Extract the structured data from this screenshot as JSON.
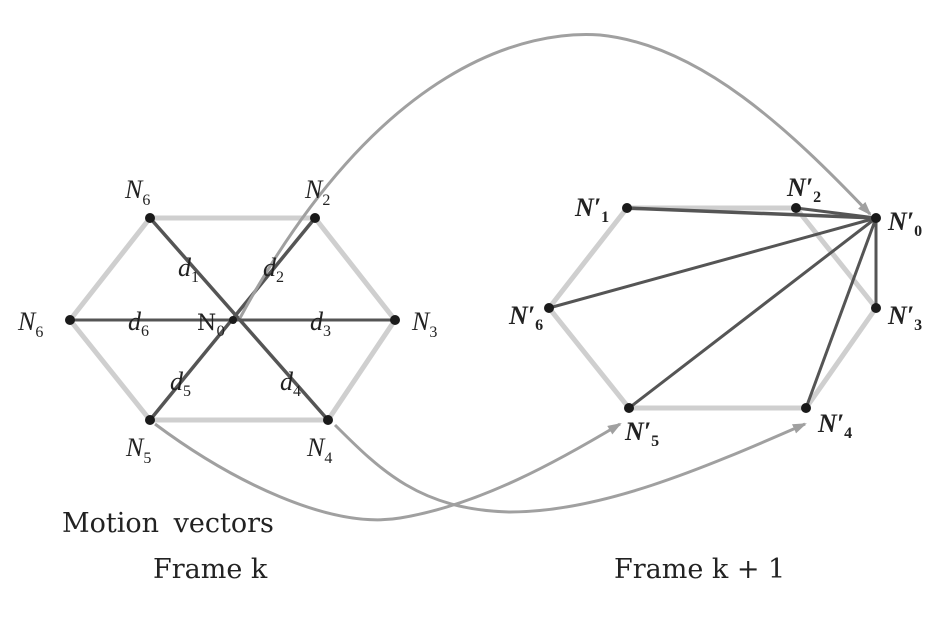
{
  "captions": {
    "motion_vectors": "Motion vectors",
    "frame_k": "Frame k",
    "frame_k1": "Frame k + 1"
  },
  "frame_k": {
    "center": {
      "base": "N",
      "sub": "0"
    },
    "nodes": {
      "top_left": {
        "base": "N",
        "sub": "6"
      },
      "top_right": {
        "base": "N",
        "sub": "2"
      },
      "left": {
        "base": "N",
        "sub": "6"
      },
      "right": {
        "base": "N",
        "sub": "3"
      },
      "bottom_left": {
        "base": "N",
        "sub": "5"
      },
      "bottom_right": {
        "base": "N",
        "sub": "4"
      }
    },
    "distances": {
      "d1": {
        "base": "d",
        "sub": "1"
      },
      "d2": {
        "base": "d",
        "sub": "2"
      },
      "d3": {
        "base": "d",
        "sub": "3"
      },
      "d4": {
        "base": "d",
        "sub": "4"
      },
      "d5": {
        "base": "d",
        "sub": "5"
      },
      "d6": {
        "base": "d",
        "sub": "6"
      }
    }
  },
  "frame_k1": {
    "nodes": {
      "n0": {
        "base": "N′",
        "sub": "0"
      },
      "n1": {
        "base": "N′",
        "sub": "1"
      },
      "n2": {
        "base": "N′",
        "sub": "2"
      },
      "n3": {
        "base": "N′",
        "sub": "3"
      },
      "n4": {
        "base": "N′",
        "sub": "4"
      },
      "n5": {
        "base": "N′",
        "sub": "5"
      },
      "n6": {
        "base": "N′",
        "sub": "6"
      }
    }
  },
  "colors": {
    "hexagon": "#c8c8c8",
    "vector": "#555555",
    "arrow": "#a0a0a0",
    "node": "#1a1a1a",
    "text": "#222222"
  }
}
